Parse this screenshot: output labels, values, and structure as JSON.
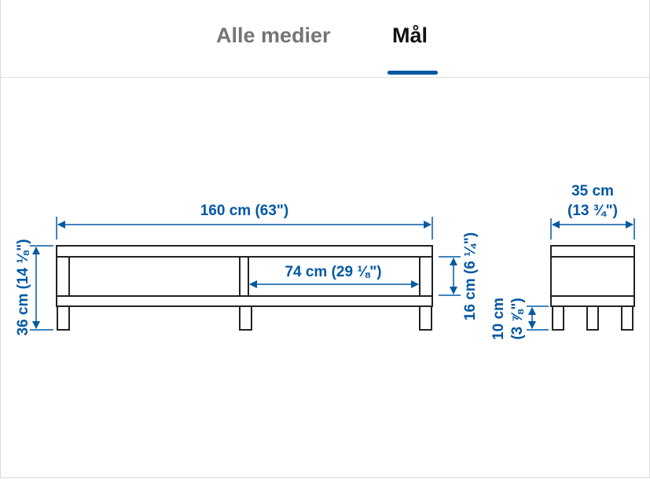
{
  "tabs": [
    {
      "label": "Alle medier",
      "selected": false
    },
    {
      "label": "Mål",
      "selected": true
    }
  ],
  "colors": {
    "accent": "#0058a3",
    "outline": "#222222",
    "tab_inactive": "#757575",
    "tab_active": "#111111"
  },
  "dimensions": {
    "width": "160 cm (63\")",
    "inner_width": "74 cm (29 ⅛\")",
    "height": "36 cm (14 ⅛\")",
    "shelf_height": "16 cm (6 ¼\")",
    "depth_line1": "35 cm",
    "depth_line2": "(13 ¾\")",
    "leg_height_line1": "10 cm",
    "leg_height_line2": "(3 ⅞\")"
  }
}
